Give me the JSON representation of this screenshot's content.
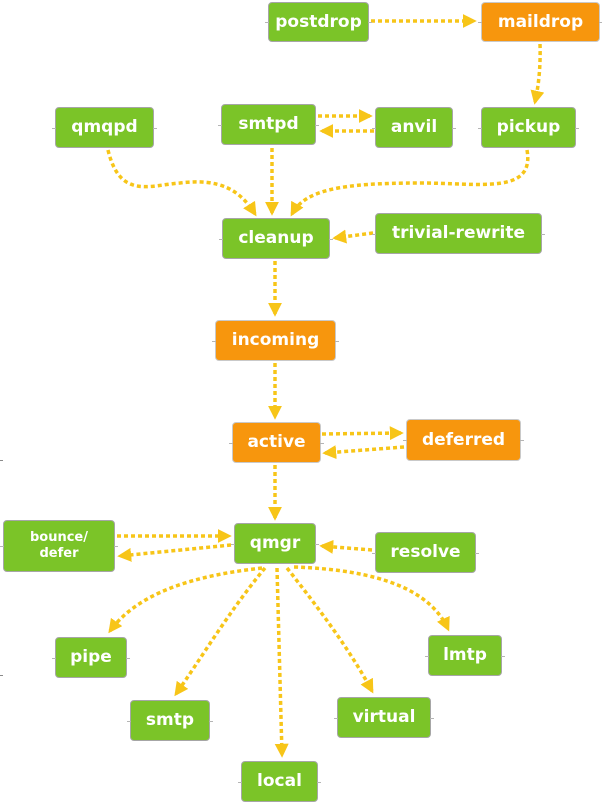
{
  "colors": {
    "process": "#7bc428",
    "queue": "#f7960d",
    "arrow": "#f7c518"
  },
  "nodes": {
    "postdrop": "postdrop",
    "maildrop": "maildrop",
    "qmqpd": "qmqpd",
    "smtpd": "smtpd",
    "anvil": "anvil",
    "pickup": "pickup",
    "cleanup": "cleanup",
    "trivial_rewrite": "trivial-rewrite",
    "incoming": "incoming",
    "active": "active",
    "deferred": "deferred",
    "bounce_line1": "bounce/",
    "bounce_line2": "defer",
    "qmgr": "qmgr",
    "resolve": "resolve",
    "pipe": "pipe",
    "lmtp": "lmtp",
    "smtp": "smtp",
    "virtual": "virtual",
    "local": "local"
  }
}
